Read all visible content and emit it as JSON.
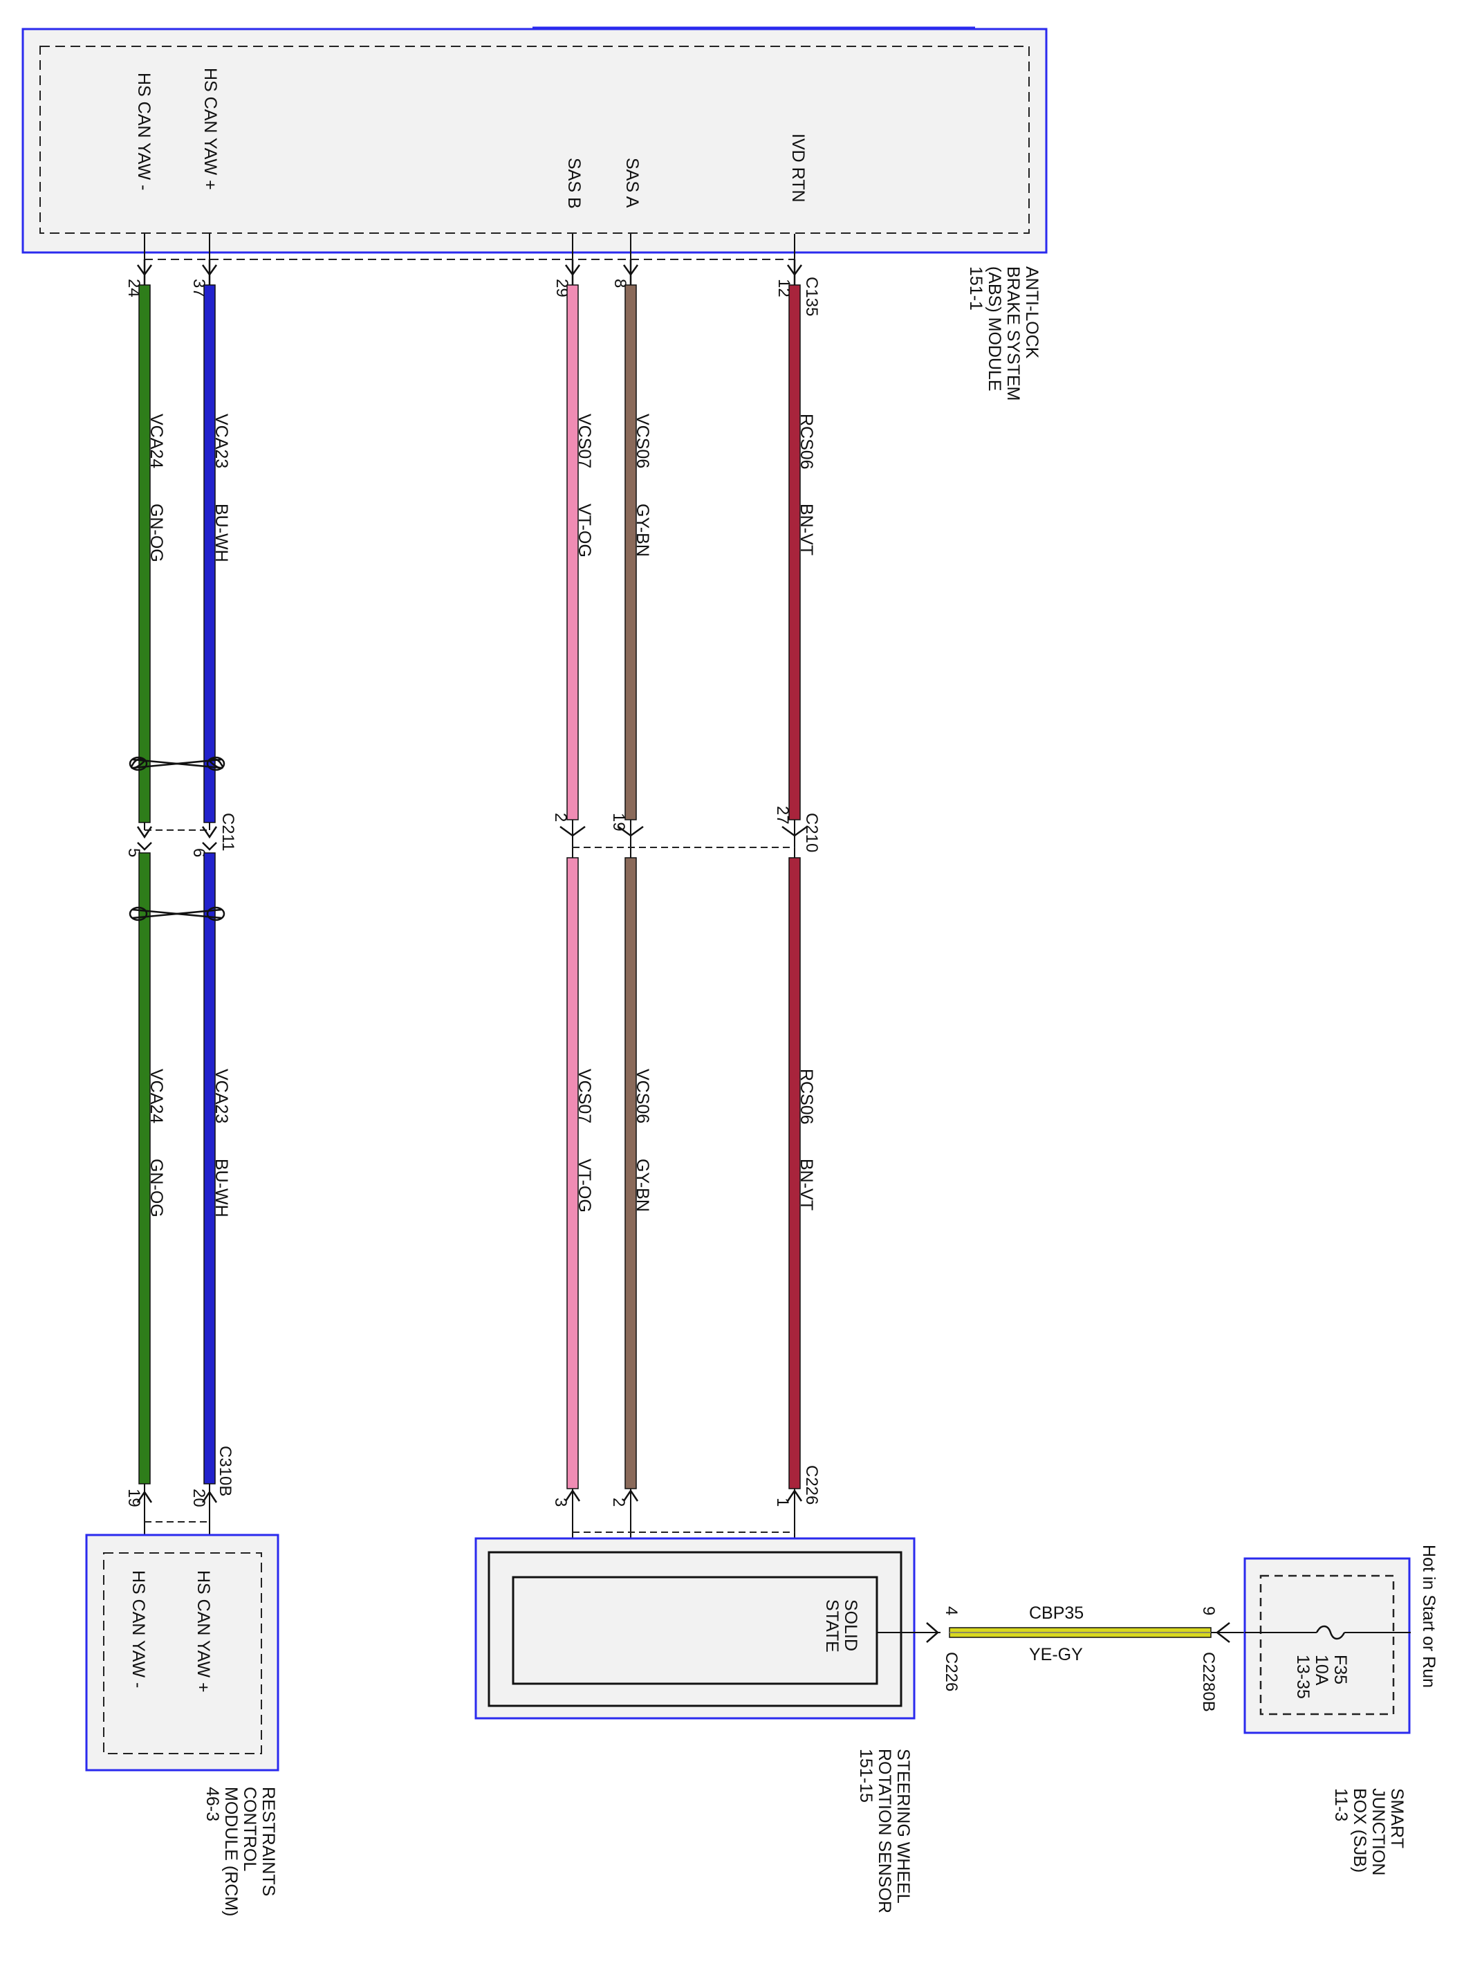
{
  "abs_module": {
    "name_lines": [
      "ANTI-LOCK",
      "BRAKE SYSTEM",
      "(ABS) MODULE",
      "151-1"
    ],
    "signals": {
      "hs_can_yaw_minus": "HS CAN YAW -",
      "hs_can_yaw_plus": "HS CAN YAW +",
      "sas_b": "SAS B",
      "sas_a": "SAS A",
      "ivd_rtn": "IVD RTN"
    },
    "connector": "C135",
    "pins": {
      "yaw_minus": "24",
      "yaw_plus": "37",
      "sas_b": "29",
      "sas_a": "8",
      "ivd_rtn": "12"
    }
  },
  "circuits": {
    "vca24": {
      "circuit": "VCA24",
      "color_code": "GN-OG",
      "stroke": "#2e7d1a"
    },
    "vca23": {
      "circuit": "VCA23",
      "color_code": "BU-WH",
      "stroke": "#2222cc"
    },
    "vcs07": {
      "circuit": "VCS07",
      "color_code": "VT-OG",
      "stroke": "#f08cb4"
    },
    "vcs06": {
      "circuit": "VCS06",
      "color_code": "GY-BN",
      "stroke": "#8a6a5a"
    },
    "rcs06": {
      "circuit": "RCS06",
      "color_code": "BN-VT",
      "stroke": "#a8243c"
    },
    "cbp35": {
      "circuit": "CBP35",
      "color_code": "YE-GY",
      "stroke": "#d8d820"
    }
  },
  "inline_connectors": {
    "c211": {
      "name": "C211",
      "pins": {
        "yaw_minus": "5",
        "yaw_plus": "6"
      }
    },
    "c210": {
      "name": "C210",
      "pins_top": {
        "sas_b": "2",
        "sas_a": "19",
        "ivd_rtn": "27"
      }
    },
    "c310b": {
      "name": "C310B",
      "pins": {
        "yaw_minus": "19",
        "yaw_plus": "20"
      }
    },
    "c226": {
      "name": "C226",
      "pins": {
        "sas_b": "3",
        "sas_a": "2",
        "ivd_rtn": "1",
        "power": "4"
      }
    },
    "c2280b": {
      "name": "C2280B",
      "pin": "9"
    }
  },
  "rcm_module": {
    "name_lines": [
      "RESTRAINTS",
      "CONTROL",
      "MODULE (RCM)",
      "46-3"
    ],
    "signals": {
      "hs_can_yaw_minus": "HS CAN YAW -",
      "hs_can_yaw_plus": "HS CAN YAW +"
    }
  },
  "swrs_module": {
    "name_lines": [
      "STEERING WHEEL",
      "ROTATION SENSOR",
      "151-15"
    ],
    "inner_label_lines": [
      "SOLID",
      "STATE"
    ]
  },
  "sjb_module": {
    "name_lines": [
      "SMART",
      "JUNCTION",
      "BOX (SJB)",
      "11-3"
    ],
    "fuse_lines": [
      "F35",
      "10A",
      "13-35"
    ],
    "supply_label": "Hot in Start or Run"
  },
  "colors": {
    "module_border": "#2a2aee",
    "module_fill": "#f2f2f2",
    "line": "#111111"
  }
}
